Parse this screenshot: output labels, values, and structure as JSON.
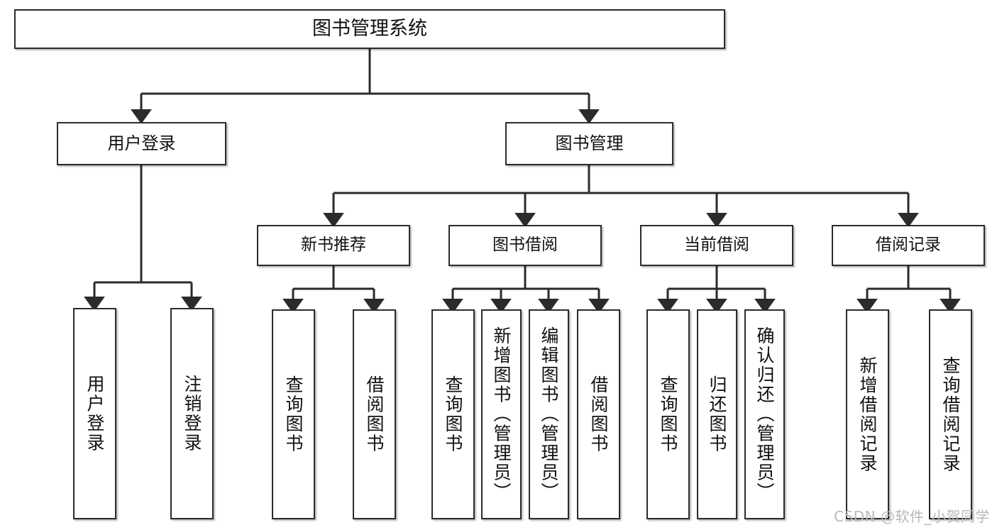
{
  "diagram": {
    "type": "tree-hierarchy",
    "title": "图书管理系统",
    "watermark": "CSDN @软件_小贺同学",
    "colors": {
      "background": "#ffffff",
      "stroke": "#2b2b2b",
      "text": "#111111",
      "watermark": "#b9b9b9"
    },
    "nodes": {
      "root": {
        "label": "图书管理系统"
      },
      "level2": [
        {
          "id": "user-login",
          "label": "用户登录"
        },
        {
          "id": "book-manage",
          "label": "图书管理"
        }
      ],
      "level3": [
        {
          "id": "new-book-recommend",
          "label": "新书推荐"
        },
        {
          "id": "book-borrow",
          "label": "图书借阅"
        },
        {
          "id": "current-borrow",
          "label": "当前借阅"
        },
        {
          "id": "borrow-record",
          "label": "借阅记录"
        }
      ],
      "leaves": {
        "user-login": [
          {
            "id": "leaf-user-login",
            "label": "用户登录"
          },
          {
            "id": "leaf-user-logout",
            "label": "注销登录"
          }
        ],
        "new-book-recommend": [
          {
            "id": "leaf-query-book-1",
            "label": "查询图书"
          },
          {
            "id": "leaf-borrow-book-1",
            "label": "借阅图书"
          }
        ],
        "book-borrow": [
          {
            "id": "leaf-query-book-2",
            "label": "查询图书"
          },
          {
            "id": "leaf-add-book",
            "label": "新增图书（管理员）"
          },
          {
            "id": "leaf-edit-book",
            "label": "编辑图书（管理员）"
          },
          {
            "id": "leaf-borrow-book-2",
            "label": "借阅图书"
          }
        ],
        "current-borrow": [
          {
            "id": "leaf-query-book-3",
            "label": "查询图书"
          },
          {
            "id": "leaf-return-book",
            "label": "归还图书"
          },
          {
            "id": "leaf-confirm-return",
            "label": "确认归还（管理员）"
          }
        ],
        "borrow-record": [
          {
            "id": "leaf-add-record",
            "label": "新增借阅记录"
          },
          {
            "id": "leaf-query-record",
            "label": "查询借阅记录"
          }
        ]
      }
    }
  }
}
